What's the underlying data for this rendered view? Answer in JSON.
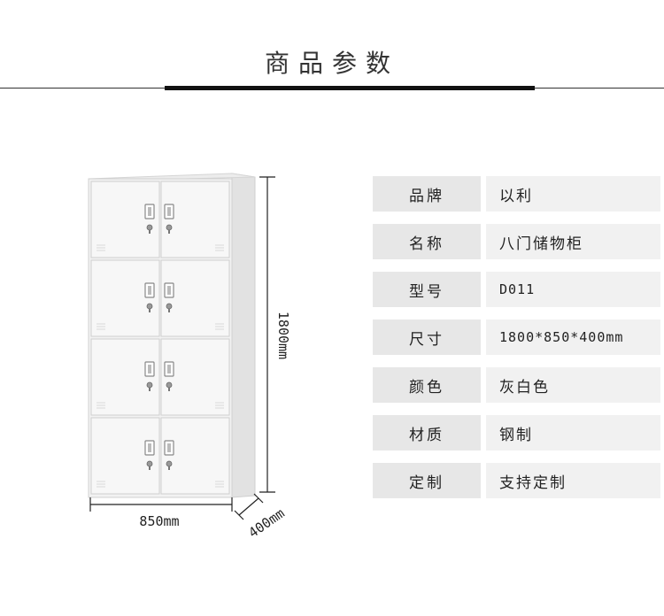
{
  "header": {
    "title": "商品参数"
  },
  "dimensions": {
    "height": "1800mm",
    "width": "850mm",
    "depth": "400mm"
  },
  "params": [
    {
      "label": "品牌",
      "value": "以利"
    },
    {
      "label": "名称",
      "value": "八门储物柜"
    },
    {
      "label": "型号",
      "value": "D011"
    },
    {
      "label": "尺寸",
      "value": "1800*850*400mm"
    },
    {
      "label": "颜色",
      "value": "灰白色"
    },
    {
      "label": "材质",
      "value": "钢制"
    },
    {
      "label": "定制",
      "value": "支持定制"
    }
  ]
}
